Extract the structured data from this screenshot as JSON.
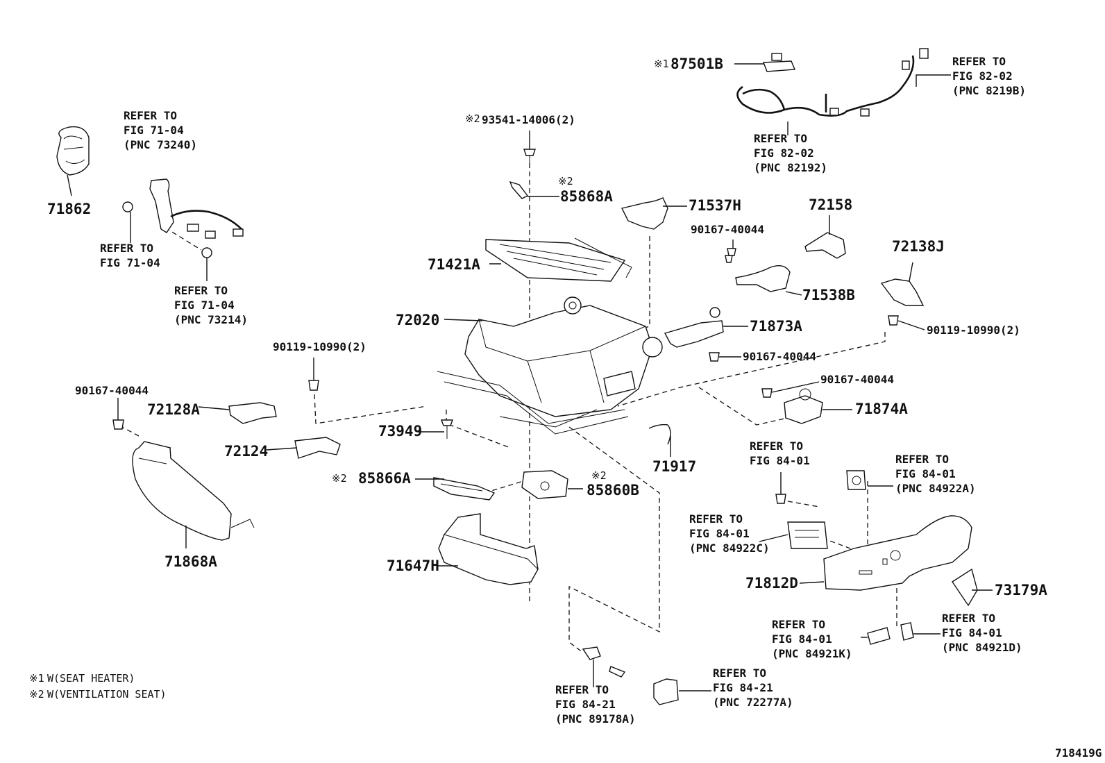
{
  "diagram_id": "718419G",
  "notes": [
    {
      "mark": "※1",
      "text": "W(SEAT HEATER)"
    },
    {
      "mark": "※2",
      "text": "W(VENTILATION SEAT)"
    }
  ],
  "parts": {
    "p87501B": {
      "mark": "※1",
      "label": "87501B"
    },
    "p93541": {
      "mark": "※2",
      "label": "93541-14006(2)"
    },
    "p85868A": {
      "mark": "※2",
      "label": "85868A"
    },
    "p71537H": {
      "label": "71537H"
    },
    "p72158": {
      "label": "72158"
    },
    "p90167_a": {
      "label": "90167-40044"
    },
    "p71538B": {
      "label": "71538B"
    },
    "p72138J": {
      "label": "72138J"
    },
    "p71421A": {
      "label": "71421A"
    },
    "p72020": {
      "label": "72020"
    },
    "p71873A": {
      "label": "71873A"
    },
    "p90167_b": {
      "label": "90167-40044"
    },
    "p90119_r": {
      "label": "90119-10990(2)"
    },
    "p90167_c": {
      "label": "90167-40044"
    },
    "p71874A": {
      "label": "71874A"
    },
    "p71862": {
      "label": "71862"
    },
    "p90119_l": {
      "label": "90119-10990(2)"
    },
    "p90167_d": {
      "label": "90167-40044"
    },
    "p72128A": {
      "label": "72128A"
    },
    "p73949": {
      "label": "73949"
    },
    "p72124": {
      "label": "72124"
    },
    "p71917": {
      "label": "71917"
    },
    "p85866A": {
      "mark": "※2",
      "label": "85866A"
    },
    "p85860B": {
      "mark": "※2",
      "label": "85860B"
    },
    "p71868A": {
      "label": "71868A"
    },
    "p71647H": {
      "label": "71647H"
    },
    "p71812D": {
      "label": "71812D"
    },
    "p73179A": {
      "label": "73179A"
    }
  },
  "refs": {
    "r73240": [
      "REFER TO",
      "FIG 71-04",
      "(PNC 73240)"
    ],
    "r7104": [
      "REFER TO",
      "FIG 71-04"
    ],
    "r73214": [
      "REFER TO",
      "FIG 71-04",
      "(PNC 73214)"
    ],
    "r8219B": [
      "REFER TO",
      "FIG 82-02",
      "(PNC 8219B)"
    ],
    "r82192": [
      "REFER TO",
      "FIG 82-02",
      "(PNC 82192)"
    ],
    "r8401": [
      "REFER TO",
      "FIG 84-01"
    ],
    "r84922A": [
      "REFER TO",
      "FIG 84-01",
      "(PNC 84922A)"
    ],
    "r84922C": [
      "REFER TO",
      "FIG 84-01",
      "(PNC 84922C)"
    ],
    "r84921K": [
      "REFER TO",
      "FIG 84-01",
      "(PNC 84921K)"
    ],
    "r84921D": [
      "REFER TO",
      "FIG 84-01",
      "(PNC 84921D)"
    ],
    "r89178A": [
      "REFER TO",
      "FIG 84-21",
      "(PNC 89178A)"
    ],
    "r72277A": [
      "REFER TO",
      "FIG 84-21",
      "(PNC 72277A)"
    ]
  }
}
